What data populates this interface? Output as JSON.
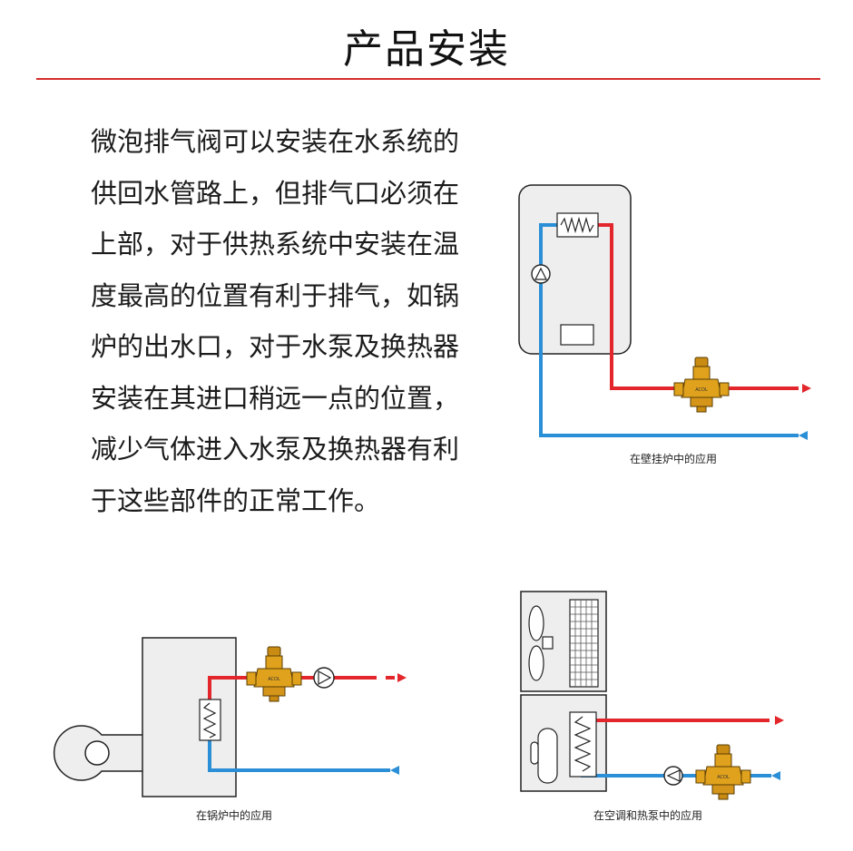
{
  "header": {
    "title": "产品安装"
  },
  "description": "微泡排气阀可以安装在水系统的供回水管路上，但排气口必须在上部，对于供热系统中安装在温度最高的位置有利于排气，如锅炉的出水口，对于水泵及换热器安装在其进口稍远一点的位置，减少气体进入水泵及换热器有利于这些部件的正常工作。",
  "diagrams": {
    "wall_boiler": {
      "caption": "在壁挂炉中的应用",
      "valve_label": "ACOL"
    },
    "boiler": {
      "caption": "在锅炉中的应用",
      "valve_label": "ACOL"
    },
    "heat_pump": {
      "caption": "在空调和热泵中的应用",
      "valve_label": "ACOL"
    }
  },
  "colors": {
    "supply": "#e3262b",
    "return": "#2a8fd6",
    "valve": "#e0a21c",
    "rule": "#d62a2a",
    "equipment_fill": "#eeeeee"
  }
}
